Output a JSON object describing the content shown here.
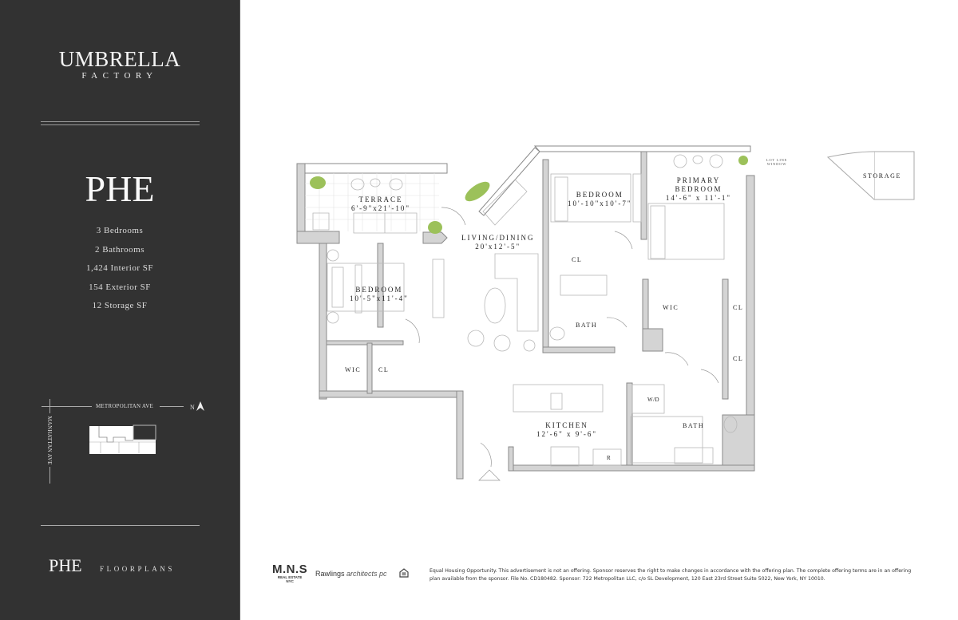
{
  "sidebar": {
    "brand_line1": "UMBRELLA",
    "brand_line2": "FACTORY",
    "unit_name": "PHE",
    "stats": [
      "3 Bedrooms",
      "2 Bathrooms",
      "1,424 Interior SF",
      "154 Exterior SF",
      "12 Storage SF"
    ],
    "keymap": {
      "street_top": "METROPOLITAN AVE",
      "street_side": "MANHATTAN AVE",
      "north_label": "N"
    },
    "footer_title": "PHE",
    "footer_subtitle": "FLOORPLANS",
    "background_color": "#323232"
  },
  "floorplan": {
    "rooms": [
      {
        "name": "TERRACE",
        "dims": "6'-9\"x21'-10\""
      },
      {
        "name": "LIVING/DINING",
        "dims": "20'x12'-5\""
      },
      {
        "name": "BEDROOM",
        "dims": "10'-10\"x10'-7\""
      },
      {
        "name": "PRIMARY BEDROOM",
        "dims": "14'-6\" x 11'-1\""
      },
      {
        "name": "BEDROOM",
        "dims": "10'-5\"x11'-4\""
      },
      {
        "name": "KITCHEN",
        "dims": "12'-6\" x 9'-6\""
      },
      {
        "name": "BATH",
        "dims": ""
      },
      {
        "name": "BATH",
        "dims": ""
      }
    ],
    "closets": {
      "cl": "CL",
      "wic": "WIC",
      "wd": "W/D",
      "fridge": "R"
    },
    "annotations": {
      "lot_line_window": "LOT LINE WINDOW",
      "storage": "STORAGE"
    },
    "colors": {
      "wall_fill": "#d4d4d4",
      "wall_stroke": "#8a8a8a",
      "plant": "#9cc15a"
    }
  },
  "footer": {
    "mns_logo": "M.N.S",
    "mns_sub1": "REAL ESTATE",
    "mns_sub2": "NYC",
    "architect_bold": "Rawlings",
    "architect_italic": "architects pc",
    "legal_text": "Equal Housing Opportunity. This advertisement is not an offering. Sponsor reserves the right to make changes in accordance with the offering plan. The complete offering terms are in an offering plan available from the sponsor. File No. CD180482. Sponsor: 722 Metropolitan LLC, c/o SL Development, 120 East 23rd Street Suite 5022, New York, NY 10010."
  }
}
